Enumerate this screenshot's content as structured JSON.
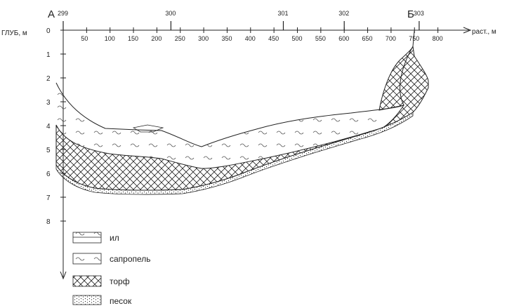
{
  "profile": {
    "start_label": "А",
    "end_label": "Б",
    "depth_axis_label": "ГЛУБ, м",
    "distance_axis_label": "раст., м",
    "depth_ticks": [
      "0",
      "1",
      "2",
      "3",
      "4",
      "5",
      "6",
      "7",
      "8"
    ],
    "distance_ticks": [
      "50",
      "100",
      "150",
      "200",
      "250",
      "300",
      "350",
      "400",
      "450",
      "500",
      "550",
      "600",
      "650",
      "700",
      "750",
      "800"
    ],
    "stations": [
      {
        "label": "299",
        "distance": 0
      },
      {
        "label": "300",
        "distance": 230
      },
      {
        "label": "301",
        "distance": 470
      },
      {
        "label": "302",
        "distance": 600
      },
      {
        "label": "303",
        "distance": 760
      }
    ]
  },
  "legend": {
    "items": [
      {
        "label": "ил",
        "pattern": "silt"
      },
      {
        "label": "сапропель",
        "pattern": "sapropel"
      },
      {
        "label": "торф",
        "pattern": "peat"
      },
      {
        "label": "песок",
        "pattern": "sand"
      }
    ]
  },
  "colors": {
    "line": "#222222",
    "background": "#ffffff"
  }
}
